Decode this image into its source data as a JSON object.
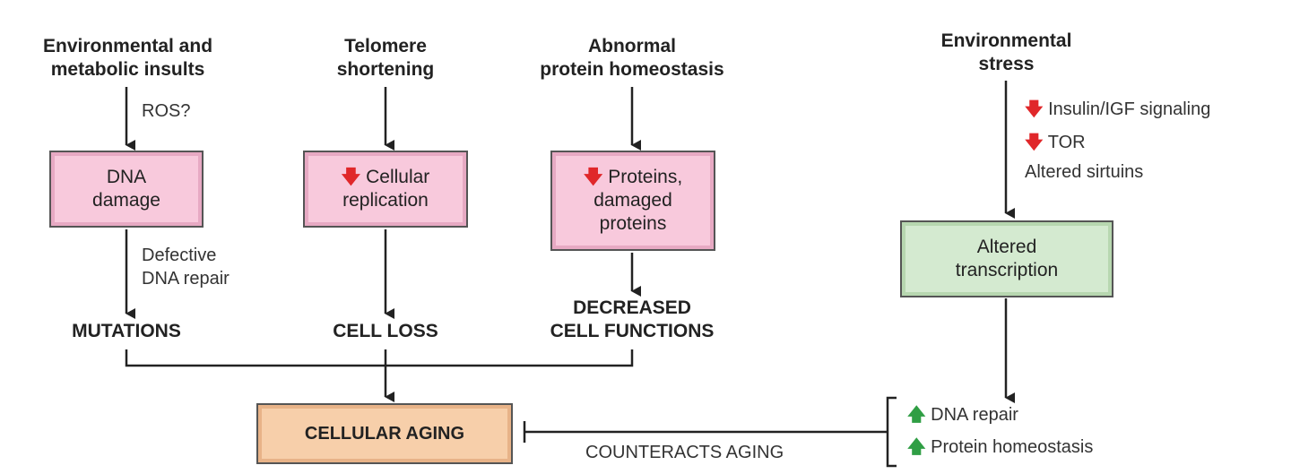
{
  "inputs": {
    "env_metabolic": [
      "Environmental and",
      "metabolic insults"
    ],
    "telomere": [
      "Telomere",
      "shortening"
    ],
    "protein_homeostasis": [
      "Abnormal",
      "protein homeostasis"
    ],
    "env_stress": [
      "Environmental",
      "stress"
    ]
  },
  "notes": {
    "ros": "ROS?",
    "defective_repair": [
      "Defective",
      "DNA repair"
    ],
    "insulin": "Insulin/IGF signaling",
    "tor": "TOR",
    "sirtuins": "Altered sirtuins",
    "counteracts": "COUNTERACTS AGING"
  },
  "boxes": {
    "dna_damage": [
      "DNA",
      "damage"
    ],
    "cellular_replication": "Cellular",
    "cellular_replication_2": "replication",
    "proteins": "Proteins,",
    "proteins_2": "damaged",
    "proteins_3": "proteins",
    "altered_transcription": [
      "Altered",
      "transcription"
    ],
    "cellular_aging": "CELLULAR AGING"
  },
  "outcomes": {
    "mutations": "MUTATIONS",
    "cell_loss": "CELL LOSS",
    "decreased": [
      "DECREASED",
      "CELL FUNCTIONS"
    ],
    "dna_repair": "DNA repair",
    "protein_homeostasis": "Protein homeostasis"
  },
  "symbols": {
    "down_arrow": "🡇",
    "up_arrow": "🡅"
  },
  "colors": {
    "down_arrow": "#e0272a",
    "up_arrow": "#2f9e44",
    "pink_box": "#f8c9dc",
    "green_box": "#d4ead0",
    "orange_box": "#f7cfaa"
  }
}
